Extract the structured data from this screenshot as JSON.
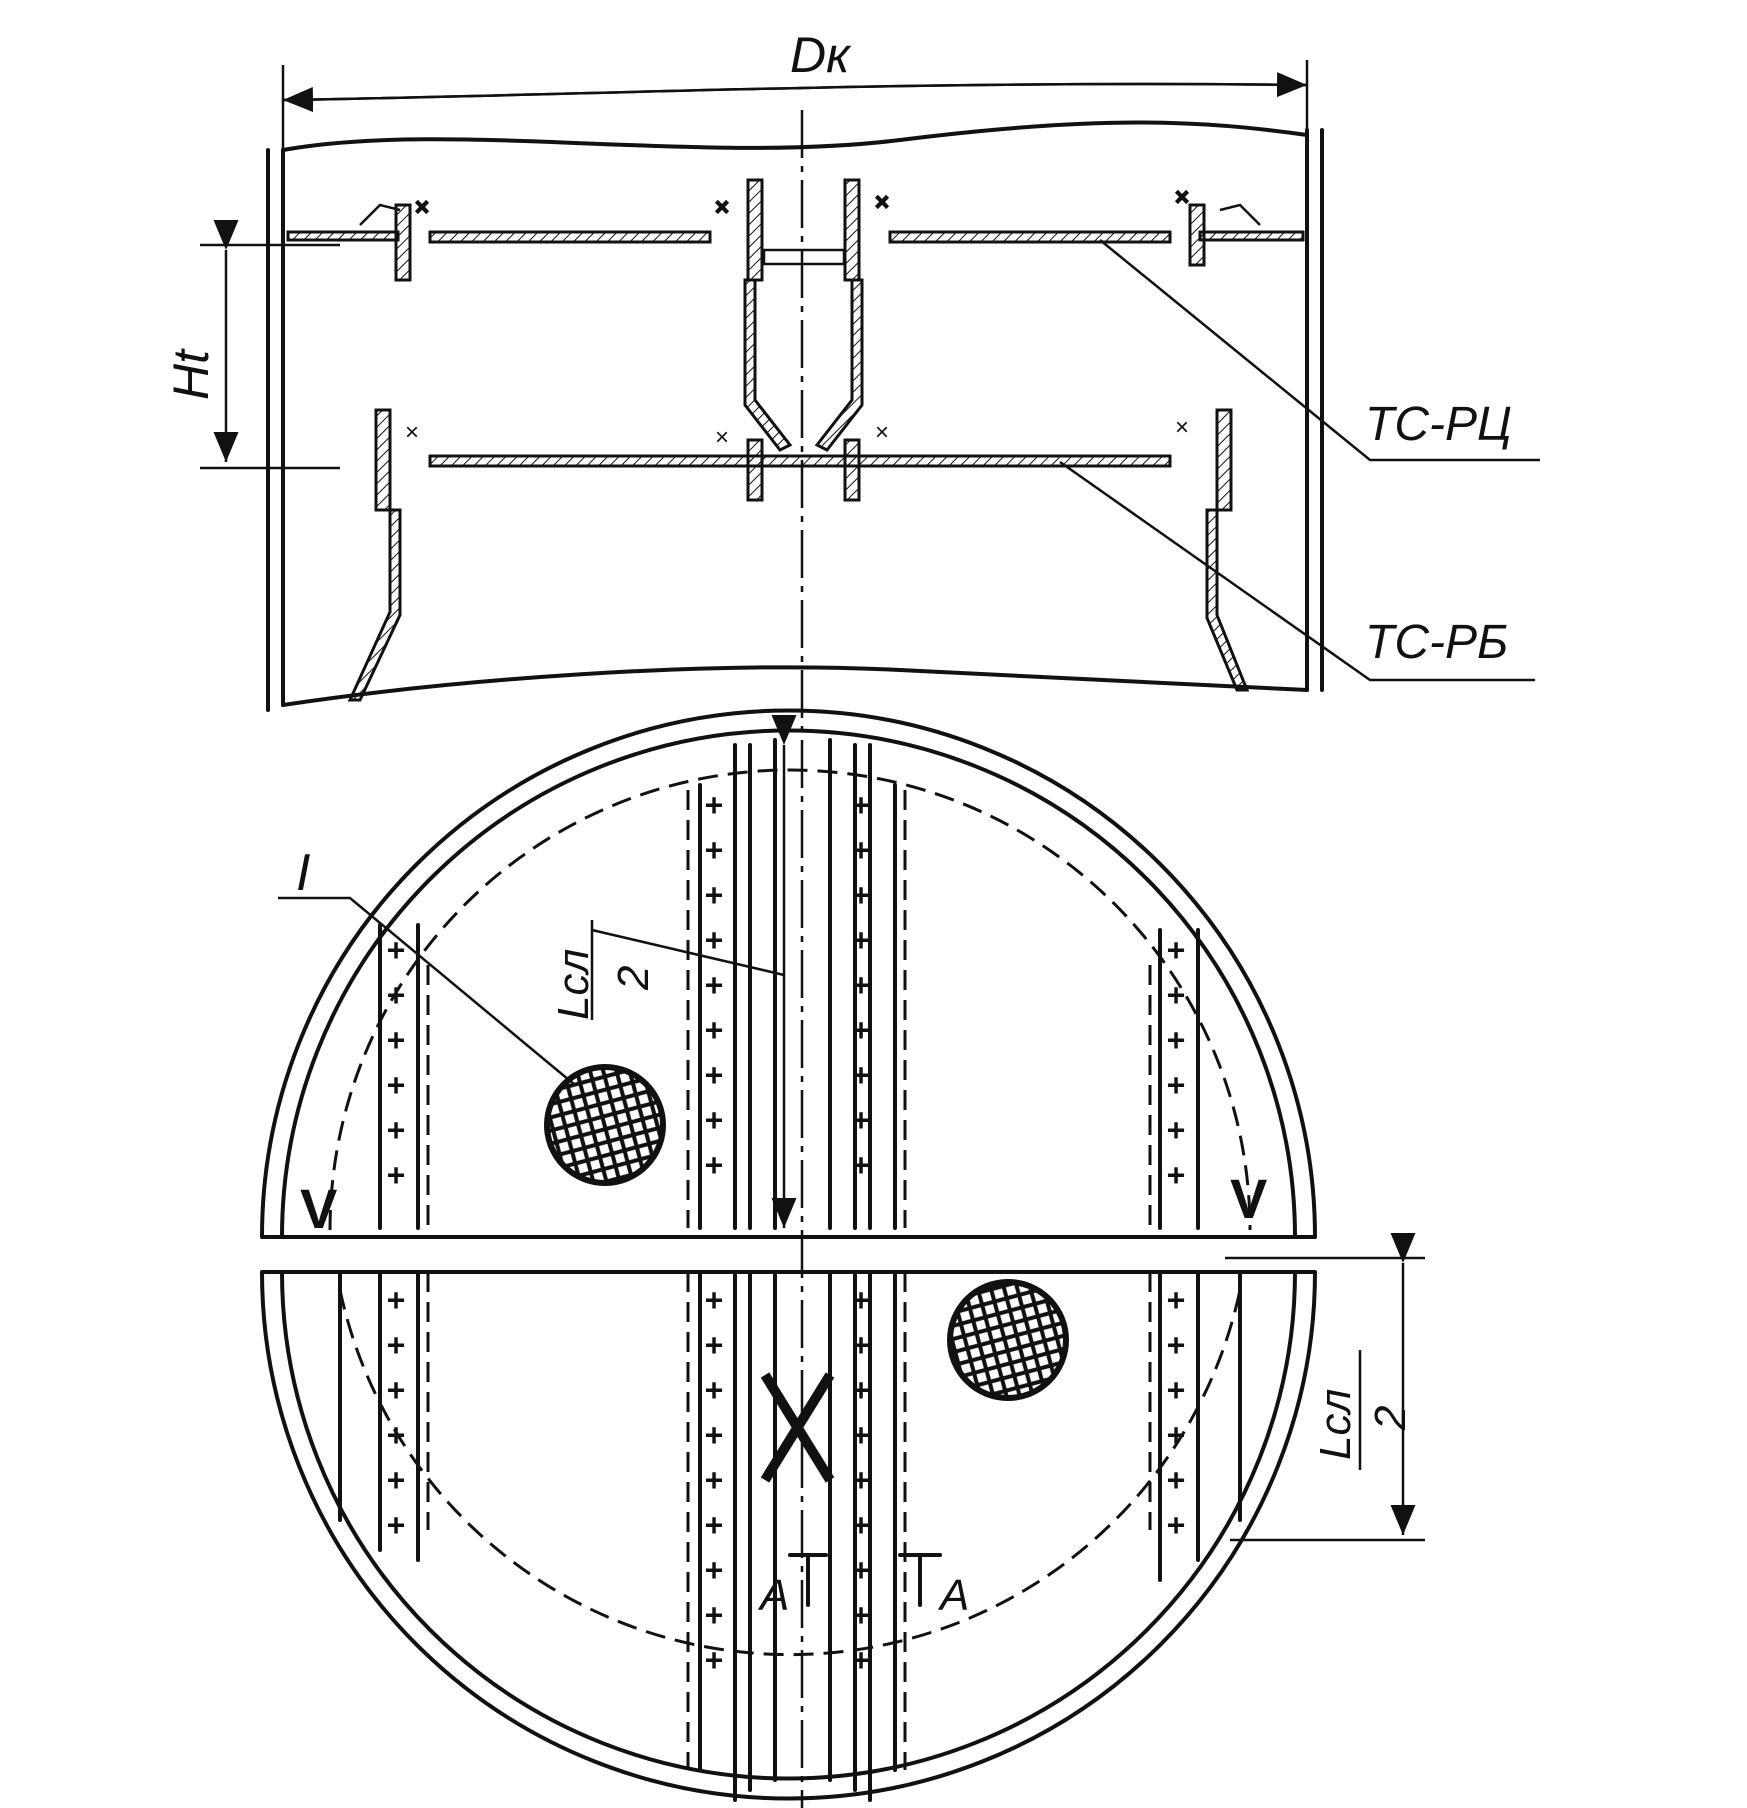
{
  "labels": {
    "diameter": "Dк",
    "tray_spacing": "Ht",
    "tray_upper": "ТС-РЦ",
    "tray_lower": "ТС-РБ",
    "detail_ref": "I",
    "half_length_num": "Lсл",
    "half_length_den": "2",
    "section_a": "А"
  }
}
